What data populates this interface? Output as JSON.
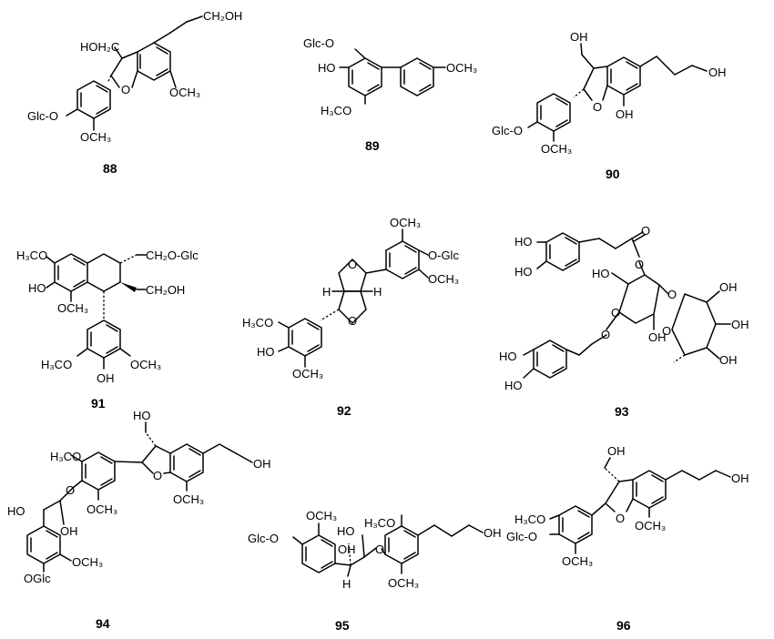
{
  "compounds": [
    {
      "number": "88",
      "labels": {
        "hoch2": "HOH₂C",
        "ch2oh": "CH₂OH",
        "glc_o": "Glc-O",
        "och3_a": "OCH₃",
        "och3_b": "OCH₃",
        "ring_o": "O"
      }
    },
    {
      "number": "89",
      "labels": {
        "glc_o": "Glc-O",
        "ho": "HO",
        "h3co": "H₃CO",
        "och3": "OCH₃"
      }
    },
    {
      "number": "90",
      "labels": {
        "oh_top": "OH",
        "oh_chain": "OH",
        "oh_ring": "OH",
        "glc_o": "Glc-O",
        "och3": "OCH₃",
        "ring_o": "O"
      }
    },
    {
      "number": "91",
      "labels": {
        "h3co_top": "H₃CO",
        "ch2o_glc": "CH₂O-Glc",
        "ho": "HO",
        "ch2oh": "CH₂OH",
        "och3_mid": "OCH₃",
        "h3co_bottom": "H₃CO",
        "och3_bottom": "OCH₃",
        "oh_bottom": "OH"
      }
    },
    {
      "number": "92",
      "labels": {
        "och3_top": "OCH₃",
        "o_glc": "O-Glc",
        "och3_right": "OCH₃",
        "h_left": "H",
        "h_right": "H",
        "ring_o_top": "O",
        "ring_o_bottom": "O",
        "h3co": "H₃CO",
        "ho": "HO",
        "och3_bottom": "OCH₃"
      }
    },
    {
      "number": "93",
      "labels": {
        "ho_top1": "HO",
        "ho_top2": "HO",
        "carbonyl_o": "O",
        "ester_o": "O",
        "ho_ch2": "HO",
        "glc_ring_o": "O",
        "glyco_o": "O",
        "rha_ring_o": "O",
        "oh_rha1": "OH",
        "oh_rha2": "OH",
        "oh_rha3": "OH",
        "oh_glc": "OH",
        "link_o": "O",
        "ho_bot1": "HO",
        "ho_bot2": "HO"
      }
    },
    {
      "number": "94",
      "labels": {
        "h3co": "H₃CO",
        "ho_top": "HO",
        "ring_o": "O",
        "oh_chain": "OH",
        "ether_o": "O",
        "och3_a": "OCH₃",
        "och3_b": "OCH₃",
        "ho_side": "HO",
        "oh_side": "OH",
        "och3_c": "OCH₃",
        "oglc": "OGlc"
      }
    },
    {
      "number": "95",
      "labels": {
        "och3_a": "OCH₃",
        "glc_o": "Glc-O",
        "ho": "HO",
        "h3co": "H₃CO",
        "oh": "OH",
        "ether_o": "O",
        "oh_chain": "OH",
        "h": "H",
        "och3_b": "OCH₃"
      }
    },
    {
      "number": "96",
      "labels": {
        "oh_top": "OH",
        "oh_chain": "OH",
        "h3co": "H₃CO",
        "ring_o": "O",
        "glc_o": "Glc-O",
        "och3_a": "OCH₃",
        "och3_b": "OCH₃"
      }
    }
  ]
}
